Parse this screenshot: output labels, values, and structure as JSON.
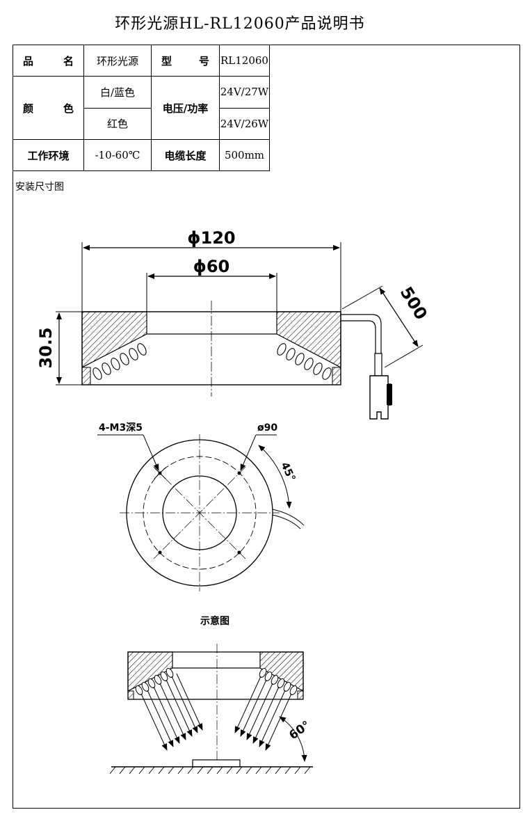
{
  "document": {
    "title": "环形光源HL-RL12060产品说明书",
    "section_label": "安装尺寸图"
  },
  "spec_table": {
    "name_label": [
      "品",
      "名"
    ],
    "name_value": "环形光源",
    "model_label": [
      "型",
      "号"
    ],
    "model_value": "RL12060",
    "color_label": [
      "颜",
      "色"
    ],
    "color_1": "白/蓝色",
    "color_2": "红色",
    "power_label": "电压/功率",
    "power_1": "24V/27W",
    "power_2": "24V/26W",
    "env_label": "工作环境",
    "env_value": "-10-60℃",
    "cable_label": "电缆长度",
    "cable_value": "500mm"
  },
  "drawing": {
    "outer_dia": "ϕ120",
    "inner_dia": "ϕ60",
    "height": "30.5",
    "cable_len": "500",
    "hole_label": "4-M3深5",
    "pcd_label": "ø90",
    "angle_45": "45°",
    "schematic_label": "示意图",
    "angle_60": "60°"
  }
}
